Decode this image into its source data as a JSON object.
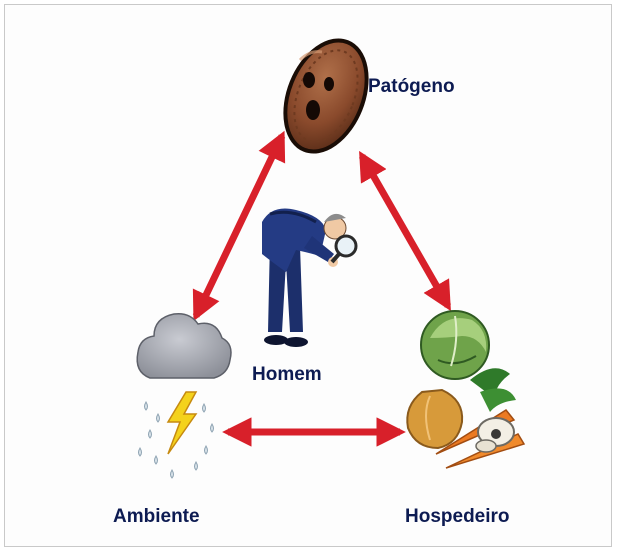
{
  "diagram": {
    "labels": {
      "pathogen": "Patógeno",
      "human": "Homem",
      "environment": "Ambiente",
      "host": "Hospedeiro"
    },
    "arrow_color": "#d8202a",
    "label_color": "#0d1b52",
    "icons": {
      "pathogen": "seed-pathogen-icon",
      "human": "detective-with-magnifier-icon",
      "environment": "storm-cloud-icon",
      "host": "vegetables-icon"
    }
  }
}
